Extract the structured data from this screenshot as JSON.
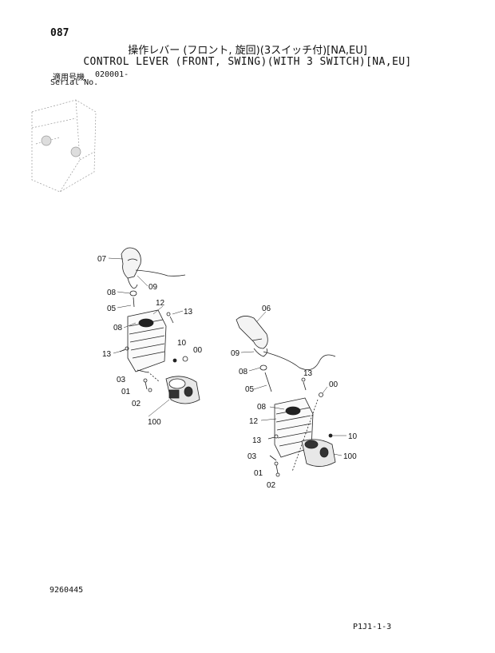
{
  "header": {
    "page_number": "087",
    "title_jp": "操作レバー (フロント, 旋回)(3スイッチ付)[NA,EU]",
    "title_en": "CONTROL LEVER (FRONT, SWING)(WITH 3 SWITCH)[NA,EU]",
    "serial_label_jp": "適用号機",
    "serial_label_en": "Serial No.",
    "serial_value": "020001-"
  },
  "footer": {
    "doc_number": "9260445",
    "page_code": "P1J1-1-3"
  },
  "callouts_left": [
    "07",
    "09",
    "08",
    "05",
    "12",
    "13",
    "08",
    "10",
    "00",
    "13",
    "03",
    "01",
    "02",
    "100"
  ],
  "callouts_right": [
    "06",
    "09",
    "08",
    "13",
    "05",
    "00",
    "08",
    "12",
    "13",
    "10",
    "03",
    "100",
    "01",
    "02"
  ]
}
